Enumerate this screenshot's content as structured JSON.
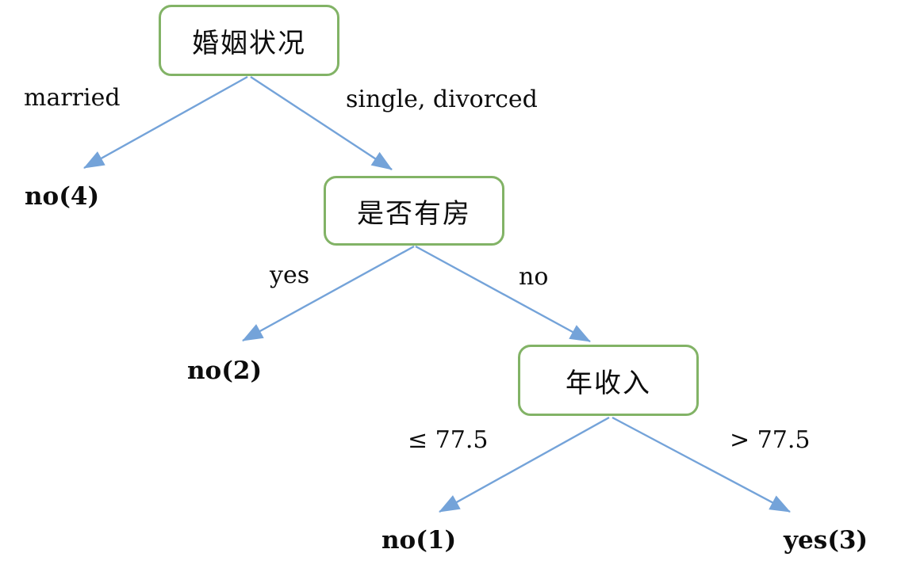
{
  "colors": {
    "background": "#ffffff",
    "node-border": "#82b366",
    "node-fill": "#ffffff",
    "edge-color": "#74a3d9",
    "text-color": "#111111"
  },
  "diagram": {
    "type": "decision-tree",
    "nodes": {
      "marital_status": {
        "label": "婚姻状况"
      },
      "has_house": {
        "label": "是否有房"
      },
      "annual_income": {
        "label": "年收入"
      }
    },
    "leaves": {
      "no4": {
        "label": "no(4)"
      },
      "no2": {
        "label": "no(2)"
      },
      "no1": {
        "label": "no(1)"
      },
      "yes3": {
        "label": "yes(3)"
      }
    },
    "edge_labels": {
      "married": "married",
      "single_divorced": "single, divorced",
      "yes": "yes",
      "no": "no",
      "le_77_5": "≤ 77.5",
      "gt_77_5": "> 77.5"
    },
    "edges": [
      {
        "from": "marital_status",
        "label": "married",
        "to": "no4"
      },
      {
        "from": "marital_status",
        "label": "single, divorced",
        "to": "has_house"
      },
      {
        "from": "has_house",
        "label": "yes",
        "to": "no2"
      },
      {
        "from": "has_house",
        "label": "no",
        "to": "annual_income"
      },
      {
        "from": "annual_income",
        "label": "≤ 77.5",
        "to": "no1"
      },
      {
        "from": "annual_income",
        "label": "> 77.5",
        "to": "yes3"
      }
    ]
  }
}
